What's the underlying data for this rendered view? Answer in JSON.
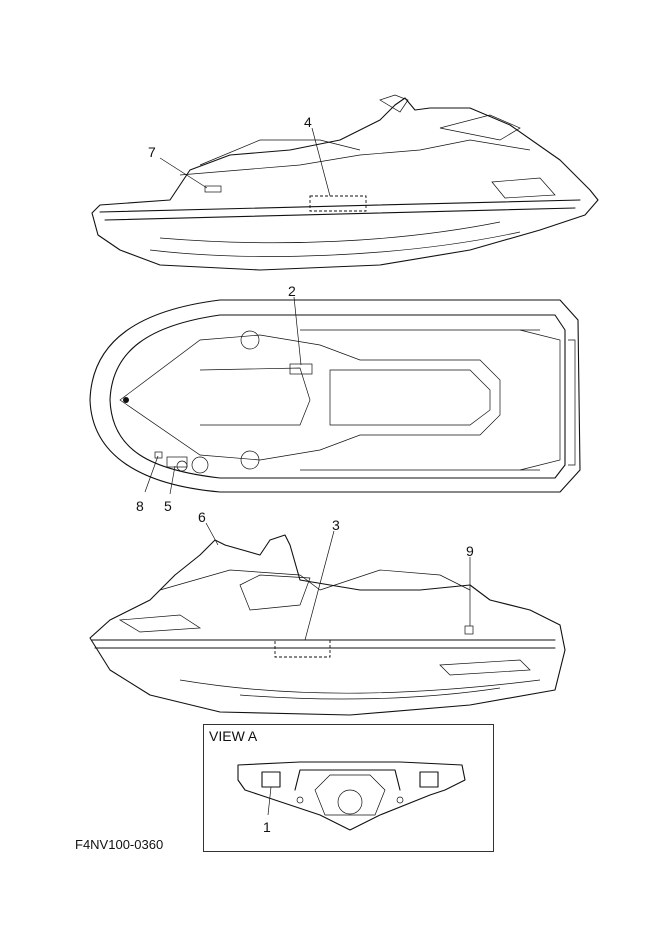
{
  "diagram": {
    "callouts": [
      "1",
      "2",
      "3",
      "4",
      "5",
      "6",
      "7",
      "8",
      "9"
    ],
    "view_label": "VIEW A",
    "figure_code": "F4NV100-0360"
  }
}
